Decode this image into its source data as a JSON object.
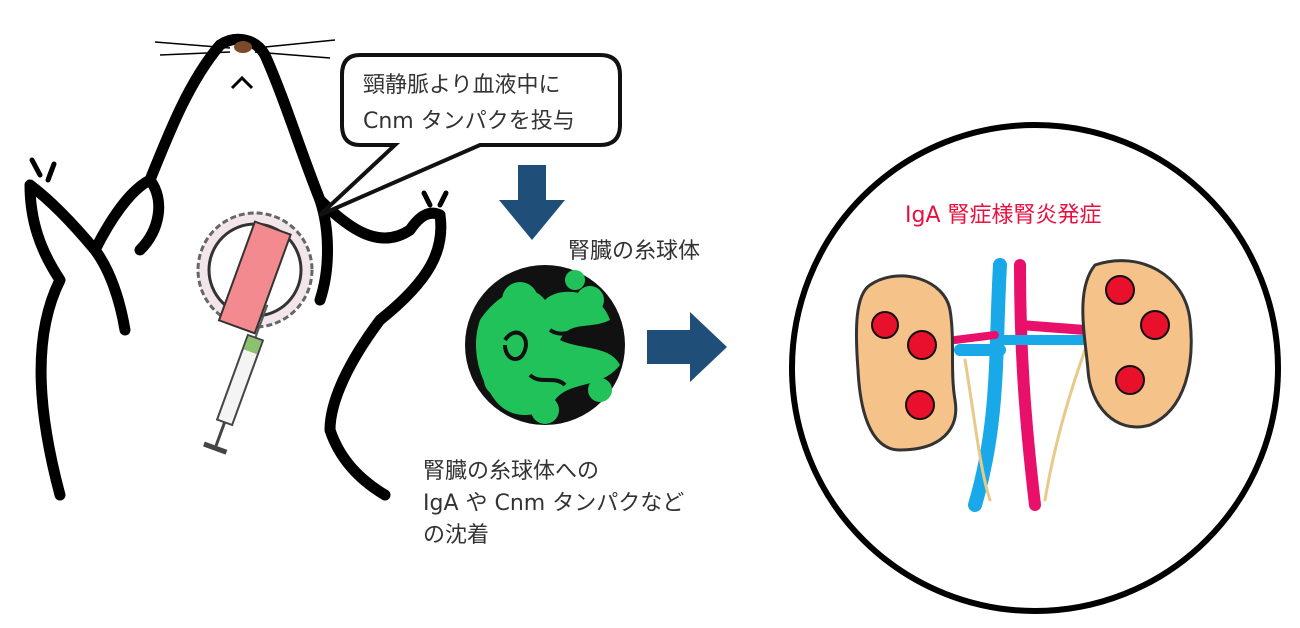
{
  "callout": {
    "line1": "頸静脈より血液中に",
    "line2": "Cnm タンパクを投与"
  },
  "glomerulus_label": "腎臓の糸球体",
  "deposition": {
    "line1": "腎臓の糸球体への",
    "line2": "IgA や Cnm タンパクなど",
    "line3": "の沈着"
  },
  "result_title": "IgA 腎症様腎炎発症",
  "colors": {
    "arrow": "#1f4e79",
    "title_red": "#e8103f",
    "glomerulus_green": "#22c25a",
    "kidney": "#f5c28a",
    "vein": "#19a8e8",
    "artery": "#e8106a",
    "lesion": "#e8102a"
  }
}
